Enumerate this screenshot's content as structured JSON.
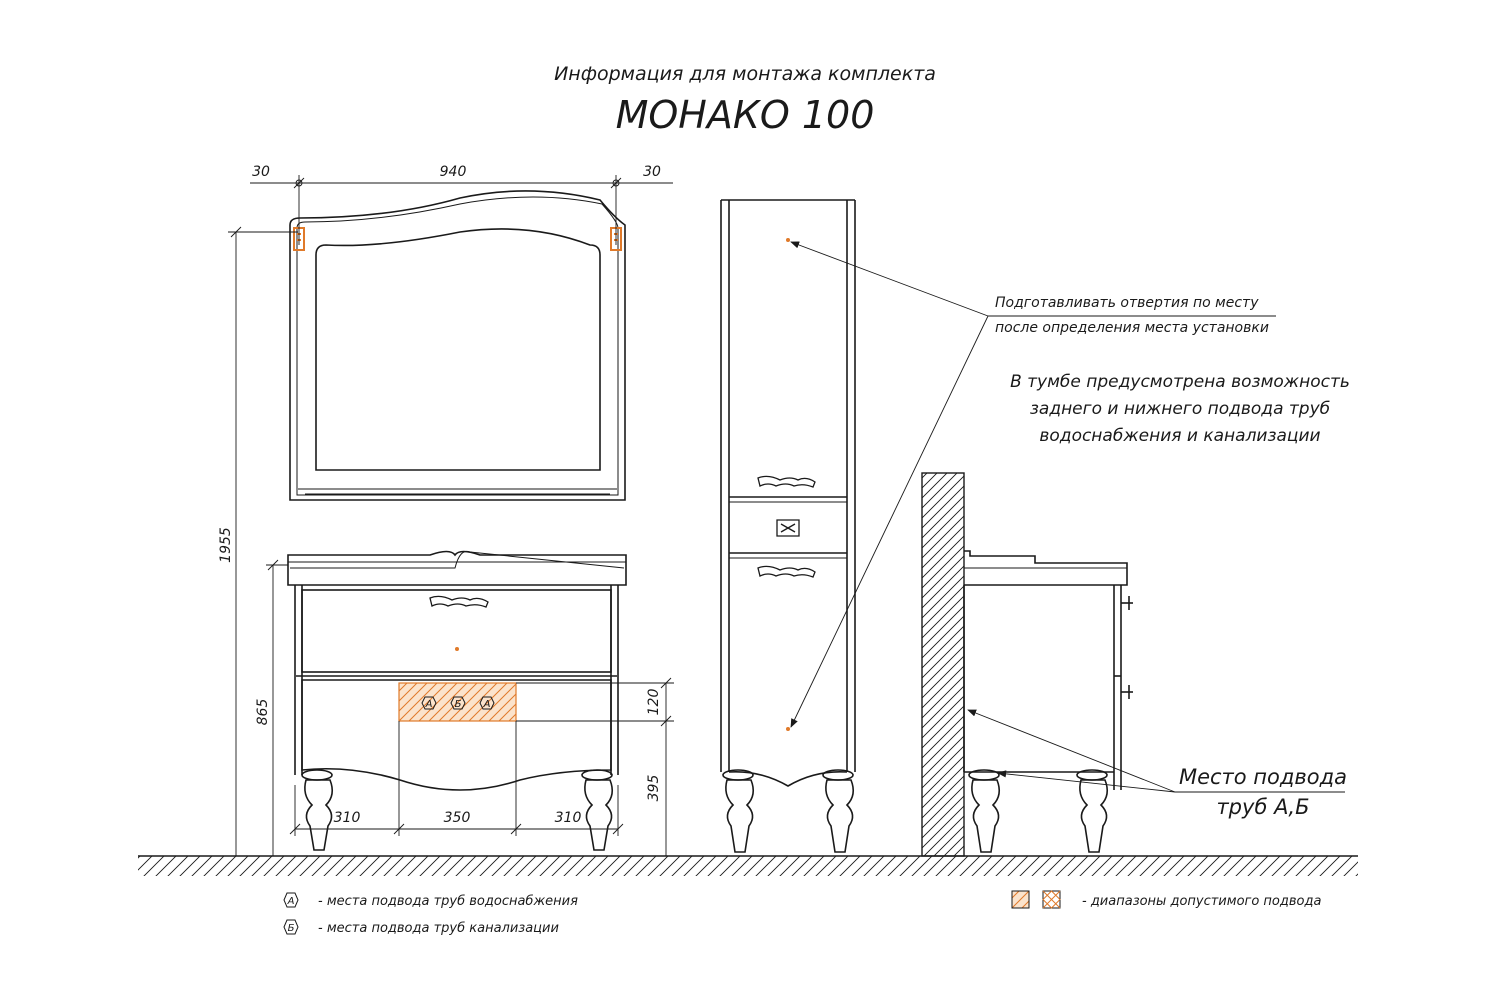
{
  "title": {
    "line1": "Информация для монтажа комплекта",
    "line2": "МОНАКО 100"
  },
  "dimensions": {
    "mirror_left_margin": "30",
    "mirror_width": "940",
    "mirror_right_margin": "30",
    "total_height": "1955",
    "cabinet_height": "865",
    "zone_height": "120",
    "zone_bottom": "395",
    "zone_left": "310",
    "zone_width": "350",
    "zone_right": "310"
  },
  "notes": {
    "holes_line1": "Подготавливать отвертия по месту",
    "holes_line2": "после определения места установки",
    "supply_line1": "В тумбе предусмотрена возможность",
    "supply_line2": "заднего и нижнего подвода труб",
    "supply_line3": "водоснабжения и канализации",
    "pipes_line1": "Место подвода",
    "pipes_line2": "труб А,Б"
  },
  "markers": {
    "water": "А",
    "sewer": "Б"
  },
  "legend": {
    "water_symbol": "А",
    "water_text": "- места подвода труб водоснабжения",
    "sewer_symbol": "Б",
    "sewer_text": "- места подвода труб канализации",
    "range_text": "- диапазоны допустимого подвода"
  },
  "colors": {
    "line": "#1a1a1a",
    "accent": "#e07a2a",
    "hatch_fill": "#fbe3cc"
  }
}
